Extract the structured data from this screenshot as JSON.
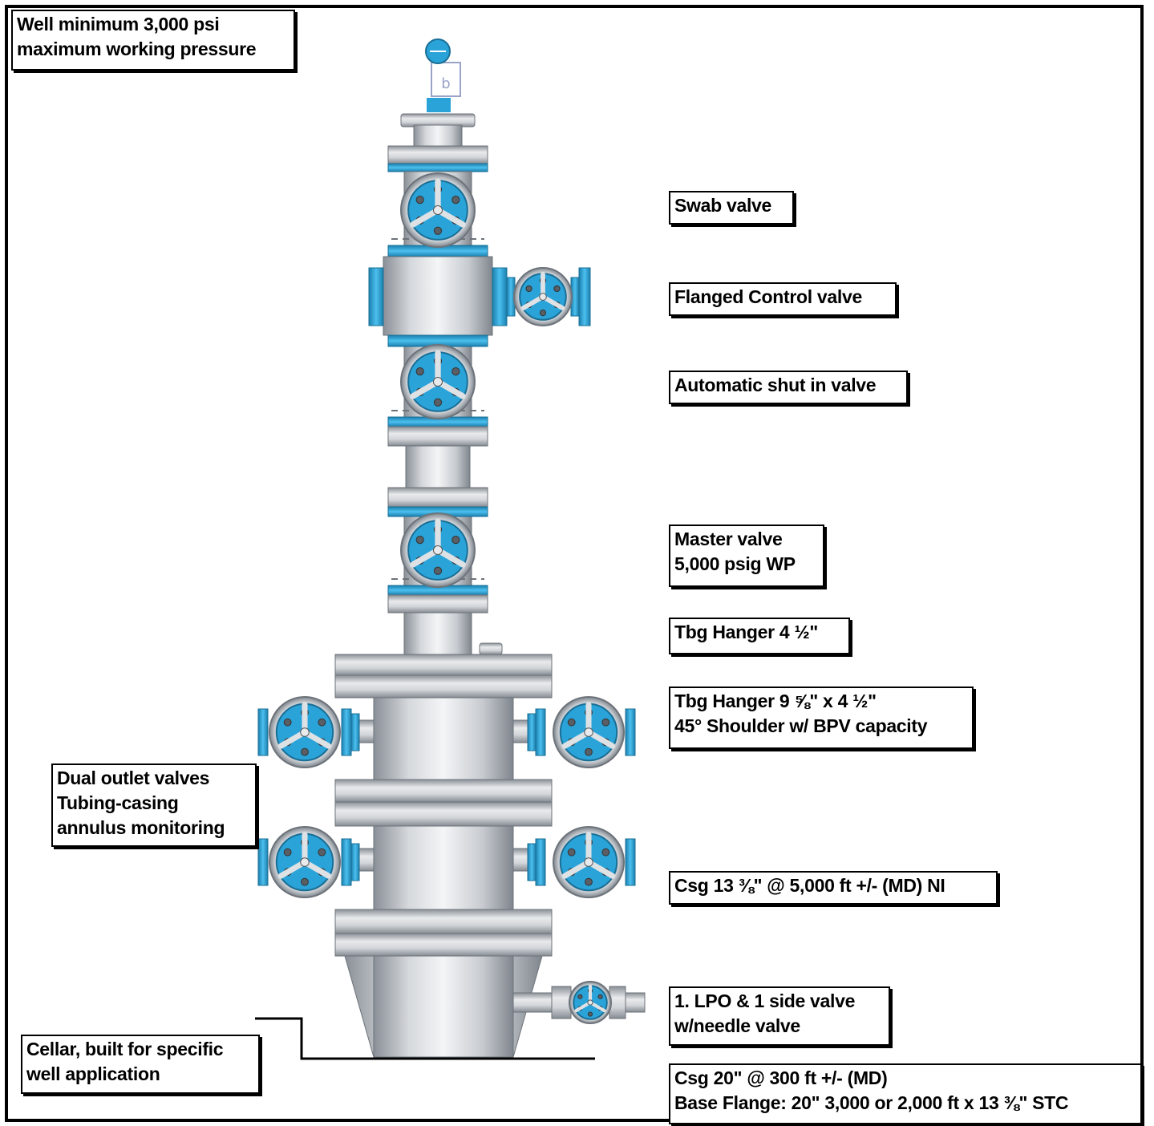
{
  "colors": {
    "steel_light": "#e8eaec",
    "steel_mid": "#b9bec3",
    "steel_dark": "#7d848b",
    "accent_blue": "#2aa3d9",
    "outline": "#000000"
  },
  "labels": {
    "pressure_note": {
      "line1": "Well minimum 3,000 psi",
      "line2": "maximum working pressure"
    },
    "swab_valve": {
      "line1": "Swab valve"
    },
    "flanged_control_valve": {
      "line1": "Flanged Control valve"
    },
    "automatic_shutin_valve": {
      "line1": "Automatic shut in valve"
    },
    "master_valve": {
      "line1": "Master valve",
      "line2": "5,000 psig WP"
    },
    "tubing_hanger": {
      "line1": "Tbg Hanger 4 ½\""
    },
    "tubing_hanger_shoulder": {
      "line1": "Tbg Hanger 9 ⅝\" x 4 ½\"",
      "line2": "45° Shoulder w/ BPV capacity"
    },
    "dual_outlet_valves": {
      "line1": "Dual outlet valves",
      "line2": "Tubing-casing",
      "line3": "annulus monitoring"
    },
    "casing_13": {
      "line1": "Csg 13 ⅜\" @ 5,000 ft +/- (MD) NI"
    },
    "lpo_side_valve": {
      "line1": "1. LPO & 1 side valve",
      "line2": "w/needle valve"
    },
    "cellar": {
      "line1": "Cellar, built for specific",
      "line2": "well application"
    },
    "casing_20": {
      "line1": "Csg 20\" @ 300 ft +/- (MD)",
      "line2": "Base Flange: 20\" 3,000 or 2,000 ft x 13 ⅜\" STC"
    }
  },
  "icons": [
    "pressure-gauge-icon",
    "gate-valve-handwheel-icon"
  ]
}
